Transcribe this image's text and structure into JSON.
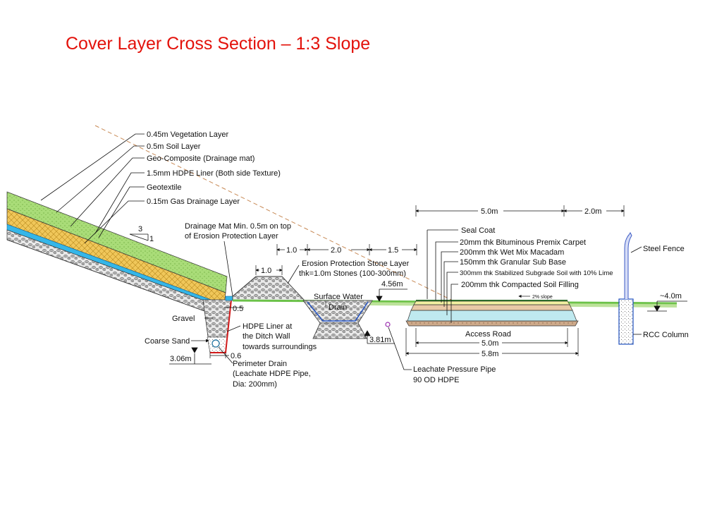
{
  "title": "Cover Layer Cross Section – 1:3 Slope",
  "colors": {
    "title": "#e3120b",
    "vegetation": "#9fd66f",
    "soil": "#e8c25a",
    "drainage_mat": "#35b6e8",
    "gravel": "#cfcfcf",
    "hdpe_liner": "#d11a1a",
    "road_seal": "#2e6b2e",
    "road_carpet": "#f2f0a0",
    "road_base": "#e9c9a6",
    "road_subgrade": "#bfe9ef",
    "road_fill": "#c9a98a",
    "ground": "#6cc24a",
    "fence": "#3d5bc4",
    "guide_line": "#c88a56"
  },
  "cover_layers": [
    {
      "label": "0.45m Vegetation Layer"
    },
    {
      "label": "0.5m Soil Layer"
    },
    {
      "label": "Geo-Composite (Drainage mat)"
    },
    {
      "label": "1.5mm HDPE Liner (Both side Texture)"
    },
    {
      "label": "Geotextile"
    },
    {
      "label": "0.15m Gas Drainage Layer"
    }
  ],
  "slope": {
    "rise": "1",
    "run": "3"
  },
  "drainage_mat_note": {
    "line1": "Drainage Mat Min. 0.5m on top",
    "line2": "of Erosion Protection Layer"
  },
  "erosion_layer": {
    "line1": "Erosion Protection Stone Layer",
    "line2": "thk=1.0m Stones (100-300mm)"
  },
  "dims": {
    "d_1_0_top": "1.0",
    "d_2_0_top": "2.0",
    "d_1_5_top": "1.5",
    "d_1_0_low": "1.0",
    "d_0_5": "0.5",
    "d_0_6": "0.6",
    "d_5_0_top": "5.0m",
    "d_2_0_right": "2.0m",
    "d_5_0_road": "5.0m",
    "d_5_8_road": "5.8m"
  },
  "elevations": {
    "el_4_56": "4.56m",
    "el_3_81": "3.81m",
    "el_3_06": "3.06m",
    "el_4_0": "~4.0m"
  },
  "ditch": {
    "gravel": "Gravel",
    "coarse_sand": "Coarse Sand",
    "liner_line1": "HDPE Liner at",
    "liner_line2": "the Ditch Wall",
    "liner_line3": "towards surroundings",
    "perimeter_line1": "Perimeter Drain",
    "perimeter_line2": "(Leachate HDPE Pipe,",
    "perimeter_line3": "Dia: 200mm)"
  },
  "surface_drain": {
    "line1": "Surface Water",
    "line2": "Drain"
  },
  "leachate_pipe": {
    "line1": "Leachate Pressure Pipe",
    "line2": "90 OD HDPE"
  },
  "road_layers": [
    {
      "label": "Seal Coat"
    },
    {
      "label": "20mm thk Bituminous Premix Carpet"
    },
    {
      "label": "200mm thk Wet Mix Macadam"
    },
    {
      "label": "150mm thk Granular Sub Base"
    },
    {
      "label": "300mm thk Stabilized Subgrade Soil with 10% Lime"
    },
    {
      "label": "200mm thk Compacted Soil Filling"
    }
  ],
  "road": {
    "slope": "2% slope",
    "name": "Access Road"
  },
  "fence": {
    "label": "Steel Fence",
    "column": "RCC Column"
  }
}
